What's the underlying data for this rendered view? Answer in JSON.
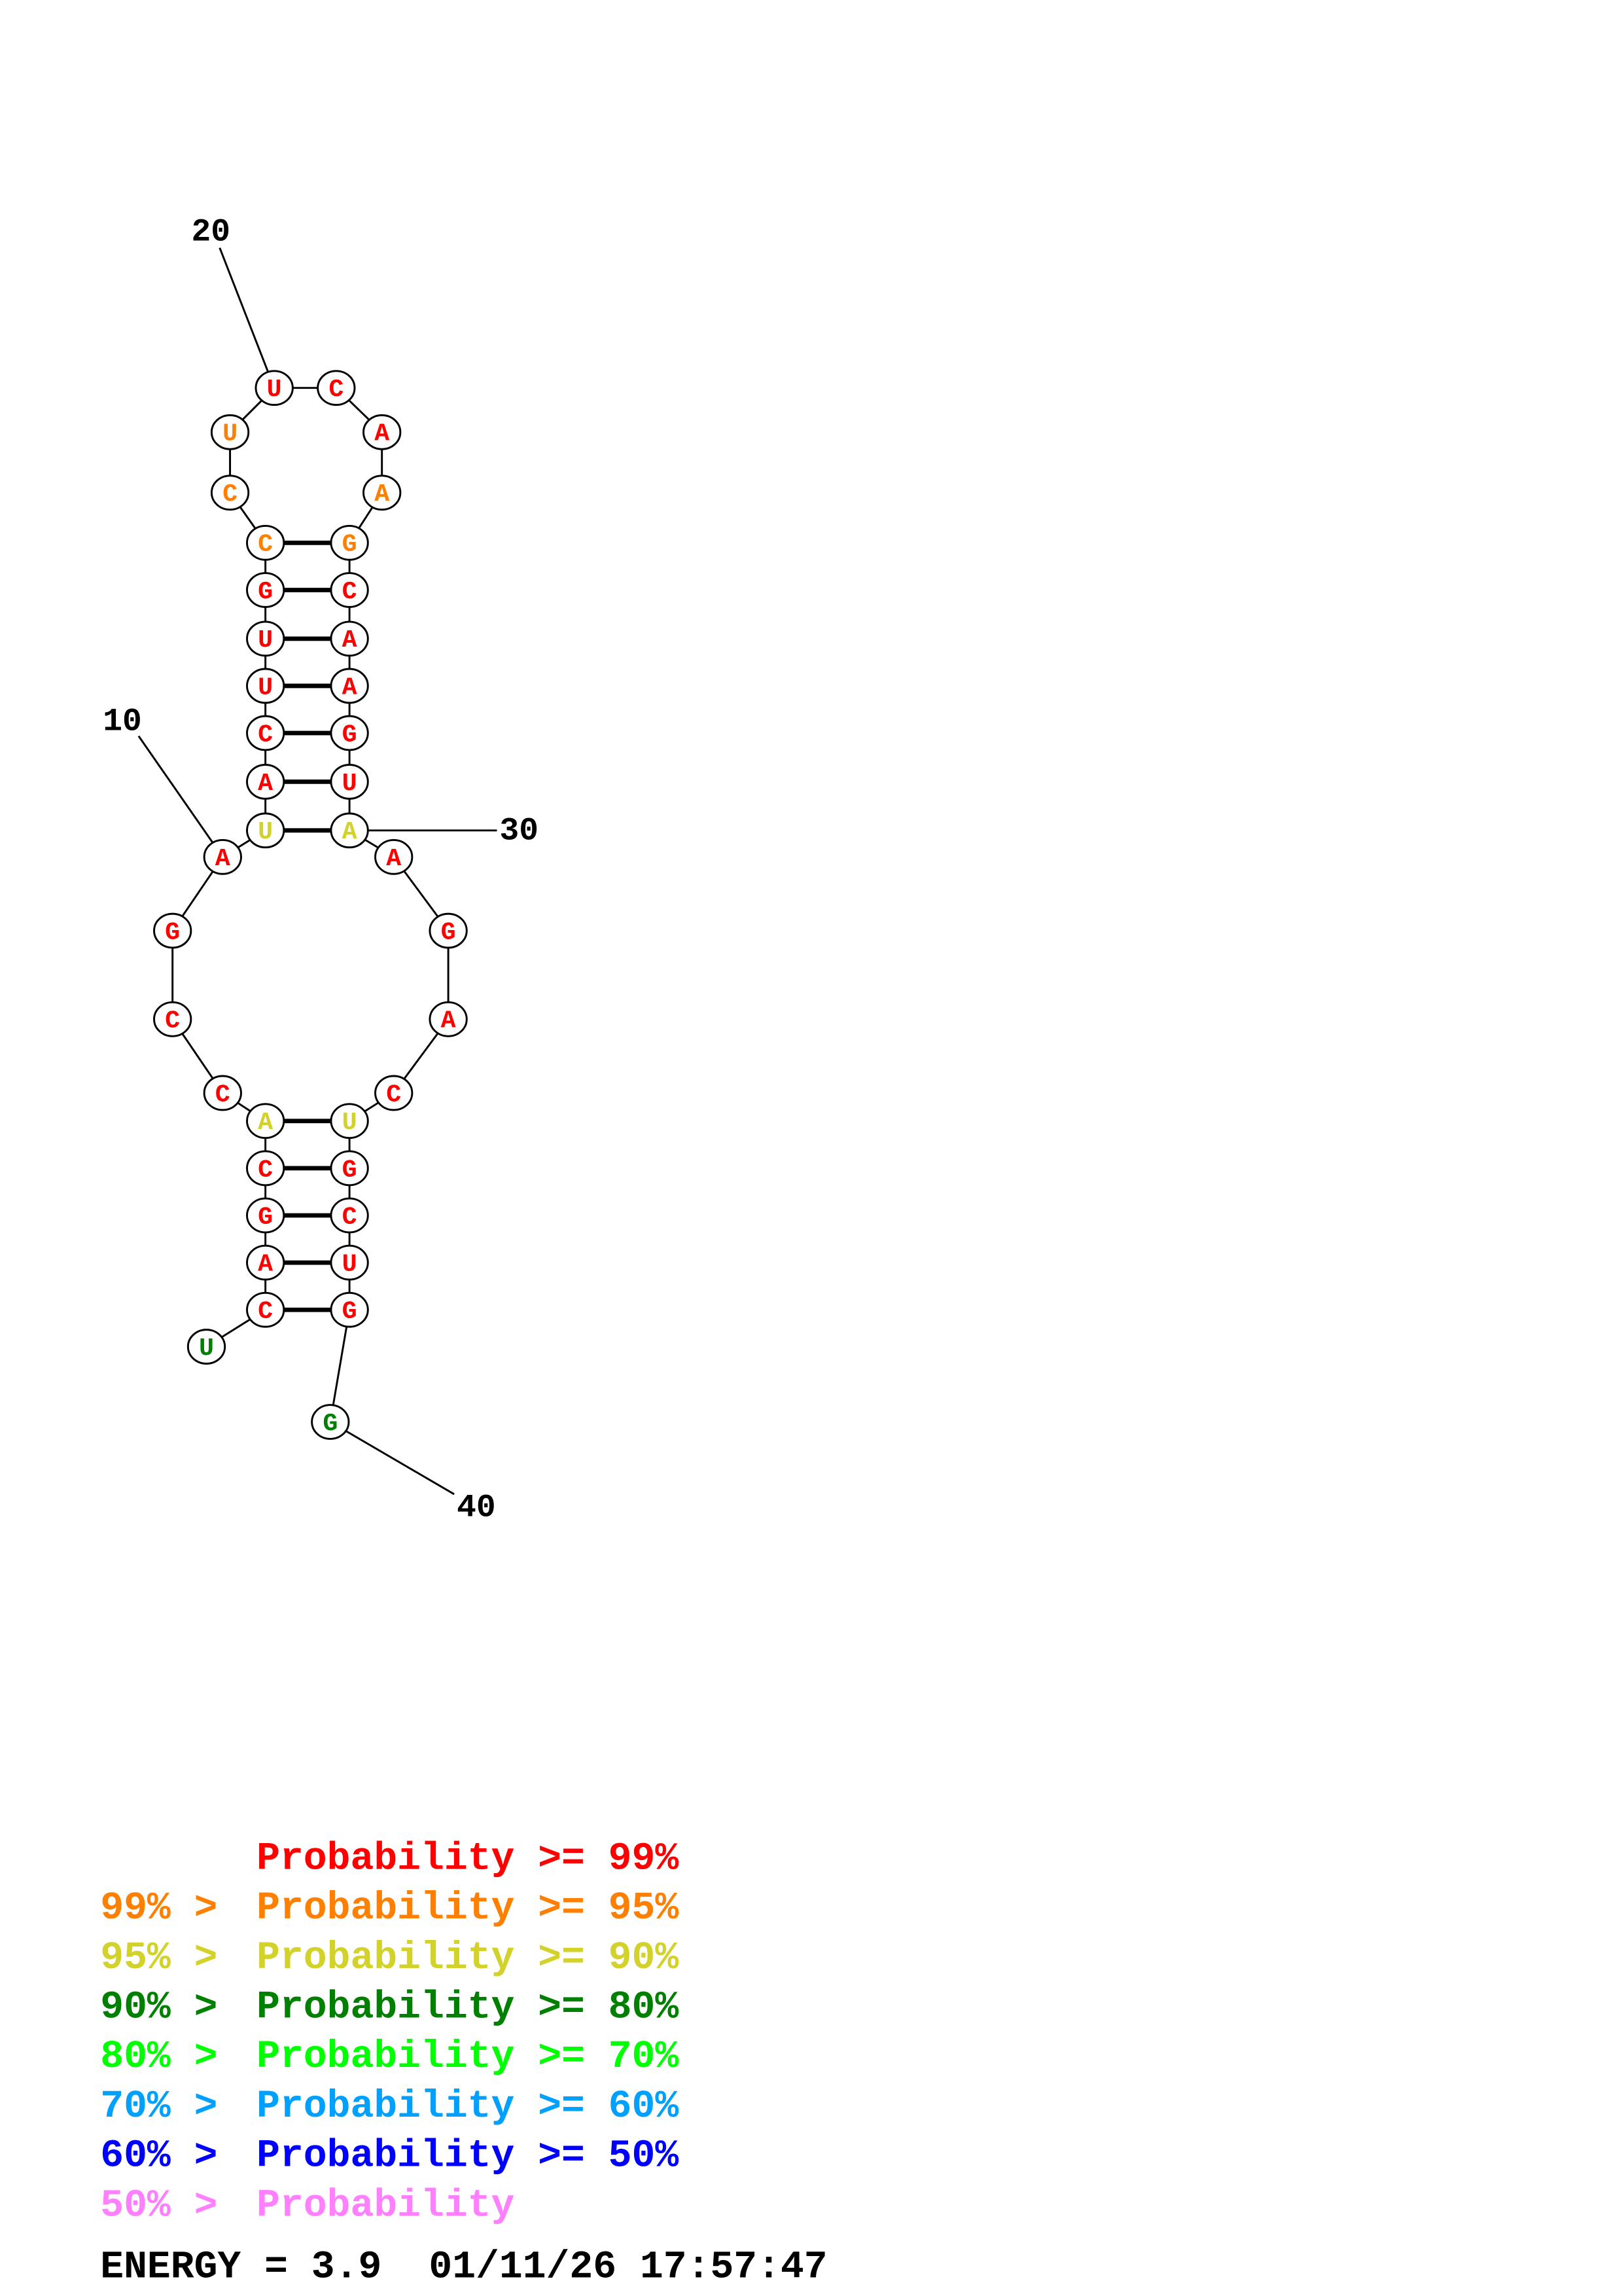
{
  "structure": {
    "sequence": [
      "U",
      "C",
      "A",
      "G",
      "C",
      "A",
      "C",
      "C",
      "G",
      "A",
      "U",
      "A",
      "C",
      "U",
      "U",
      "G",
      "C",
      "C",
      "U",
      "U",
      "C",
      "A",
      "A",
      "G",
      "C",
      "A",
      "A",
      "G",
      "U",
      "A",
      "A",
      "G",
      "A",
      "C",
      "U",
      "G",
      "C",
      "U",
      "G",
      "G"
    ],
    "probability_class": [
      "g",
      "r",
      "r",
      "r",
      "r",
      "y",
      "r",
      "r",
      "r",
      "r",
      "y",
      "r",
      "r",
      "r",
      "r",
      "r",
      "o",
      "o",
      "o",
      "r",
      "r",
      "r",
      "o",
      "o",
      "r",
      "r",
      "r",
      "r",
      "r",
      "y",
      "r",
      "r",
      "r",
      "r",
      "y",
      "r",
      "r",
      "r",
      "r",
      "g"
    ],
    "pairs": [
      [
        2,
        39
      ],
      [
        3,
        38
      ],
      [
        4,
        37
      ],
      [
        5,
        36
      ],
      [
        6,
        35
      ],
      [
        11,
        30
      ],
      [
        12,
        29
      ],
      [
        13,
        28
      ],
      [
        14,
        27
      ],
      [
        15,
        26
      ],
      [
        16,
        25
      ],
      [
        17,
        24
      ]
    ],
    "index_labels": [
      {
        "index": 10,
        "text": "10"
      },
      {
        "index": 20,
        "text": "20"
      },
      {
        "index": 30,
        "text": "30"
      },
      {
        "index": 40,
        "text": "40"
      }
    ]
  },
  "colors": {
    "r": "#ff0000",
    "o": "#ff8000",
    "y": "#d2d22a",
    "g": "#008000",
    "lg": "#00ff00",
    "c": "#00a0ff",
    "b": "#0000ff",
    "p": "#ff80ff"
  },
  "legend": [
    {
      "prefix": "",
      "text": "Probability >= 99%",
      "color_key": "r"
    },
    {
      "prefix": "99% > ",
      "text": "Probability >= 95%",
      "color_key": "o"
    },
    {
      "prefix": "95% > ",
      "text": "Probability >= 90%",
      "color_key": "y"
    },
    {
      "prefix": "90% > ",
      "text": "Probability >= 80%",
      "color_key": "g"
    },
    {
      "prefix": "80% > ",
      "text": "Probability >= 70%",
      "color_key": "lg"
    },
    {
      "prefix": "70% > ",
      "text": "Probability >= 60%",
      "color_key": "c"
    },
    {
      "prefix": "60% > ",
      "text": "Probability >= 50%",
      "color_key": "b"
    },
    {
      "prefix": "50% > ",
      "text": "Probability",
      "color_key": "p"
    }
  ],
  "footer": {
    "energy": "ENERGY = 3.9",
    "timestamp": "01/11/26 17:57:47"
  }
}
